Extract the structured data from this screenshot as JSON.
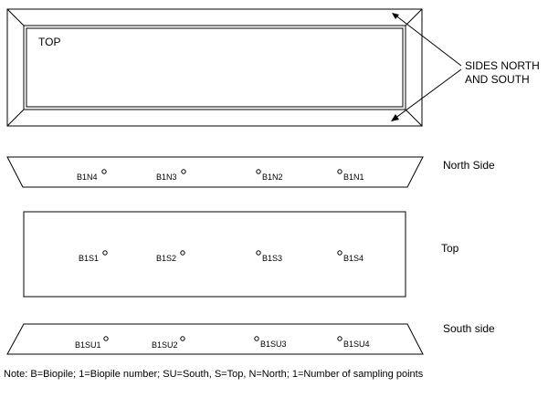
{
  "top_view": {
    "label": "TOP",
    "annotation": [
      "SIDES NORTH",
      "AND SOUTH"
    ]
  },
  "north_side": {
    "label": "North Side",
    "points": [
      "B1N4",
      "B1N3",
      "B1N2",
      "B1N1"
    ]
  },
  "top_section": {
    "label": "Top",
    "points": [
      "B1S1",
      "B1S2",
      "B1S3",
      "B1S4"
    ]
  },
  "south_side": {
    "label": "South side",
    "points": [
      "B1SU1",
      "B1SU2",
      "B1SU3",
      "B1SU4"
    ]
  },
  "note": "Note: B=Biopile; 1=Biopile number; SU=South, S=Top, N=North; 1=Number of sampling points"
}
